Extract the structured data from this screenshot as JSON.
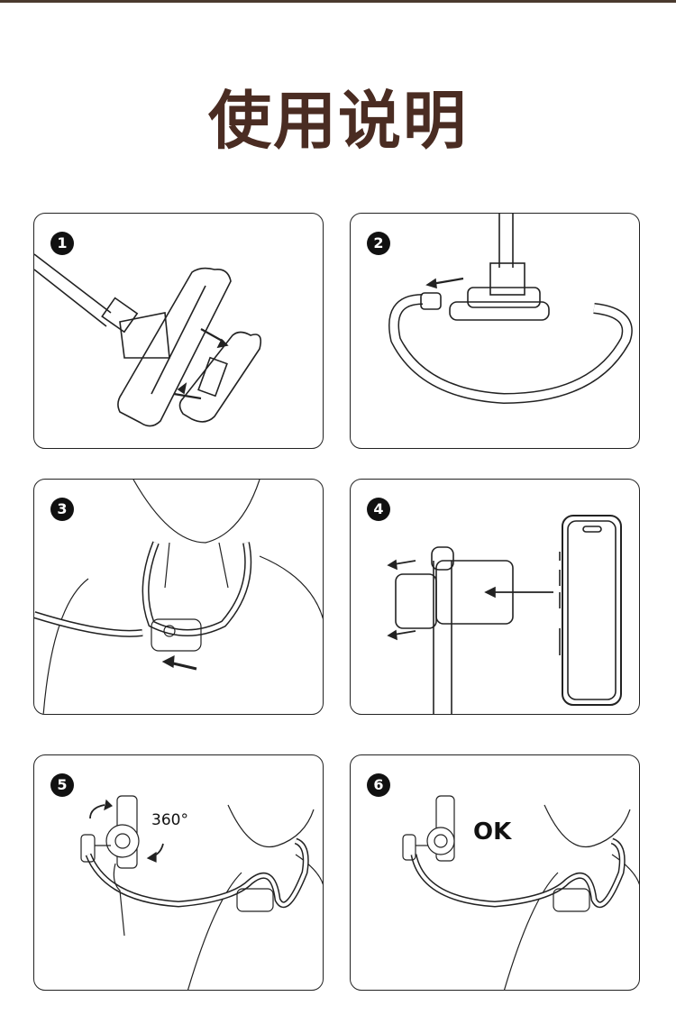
{
  "title": "使用说明",
  "steps": [
    {
      "number": "1"
    },
    {
      "number": "2"
    },
    {
      "number": "3"
    },
    {
      "number": "4"
    },
    {
      "number": "5",
      "label": "360°"
    },
    {
      "number": "6",
      "label": "OK"
    }
  ],
  "colors": {
    "title": "#4a2c22",
    "line": "#222222"
  }
}
